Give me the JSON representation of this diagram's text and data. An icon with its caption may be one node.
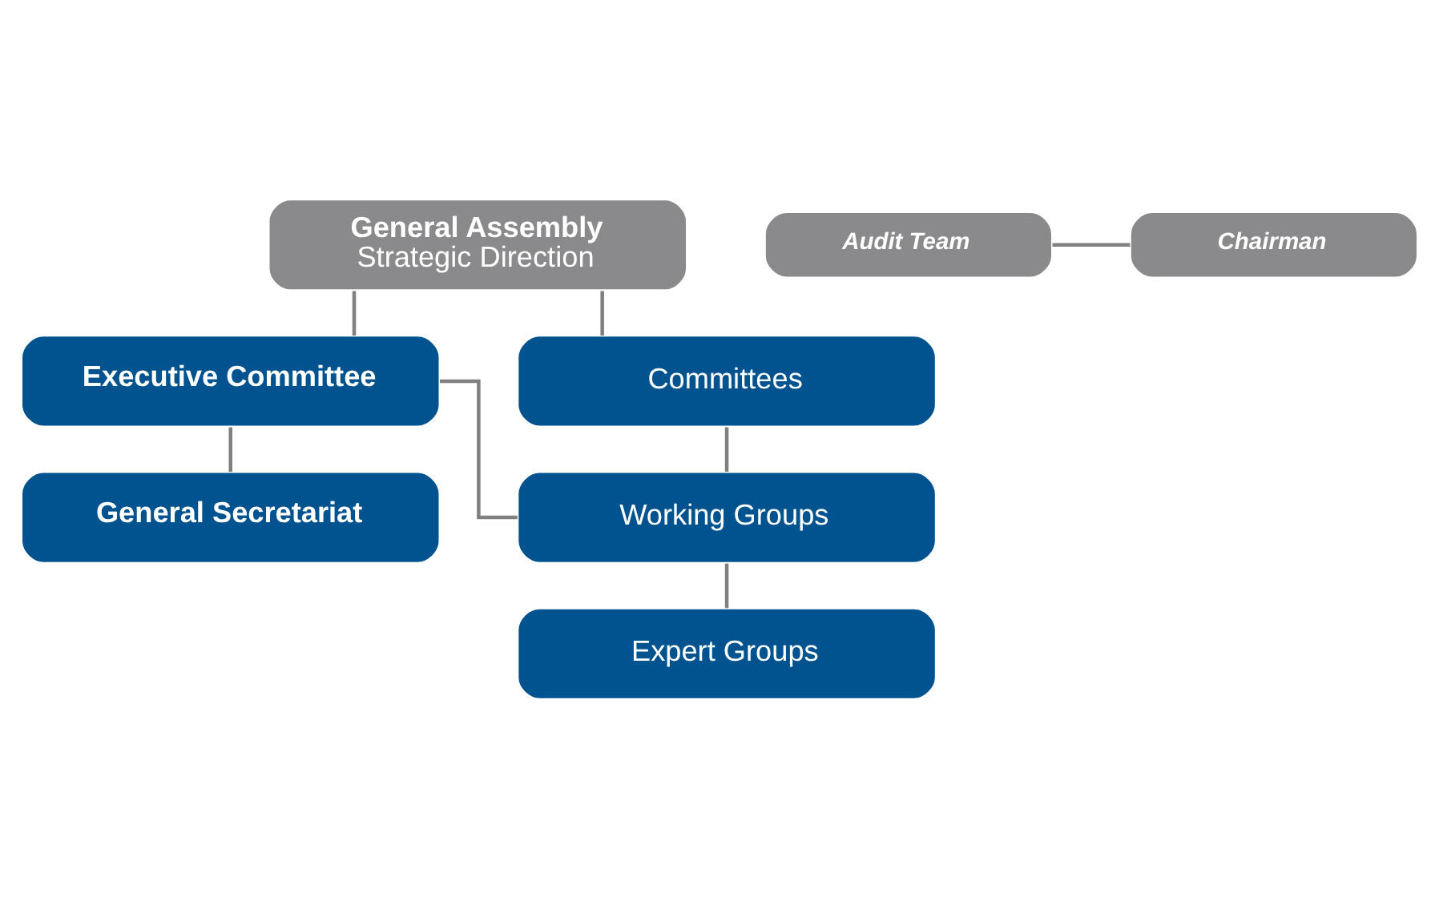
{
  "diagram": {
    "nodes": [
      {
        "text": [
          "General Assembly",
          "Strategic Direction"
        ]
      },
      {
        "text": [
          "Audit Team"
        ]
      },
      {
        "text": [
          "Chairman"
        ]
      },
      {
        "text": [
          "Executive Committee"
        ]
      },
      {
        "text": [
          "General Secretariat"
        ]
      },
      {
        "text": [
          "Committees"
        ]
      },
      {
        "text": [
          "Working Groups"
        ]
      },
      {
        "text": [
          "Expert Groups"
        ]
      }
    ],
    "edges": [
      {
        "from": 0,
        "to": 3,
        "arrow": "none"
      },
      {
        "from": 1,
        "to": 2,
        "arrow": "none"
      },
      {
        "from": 3,
        "to": 4,
        "arrow": "none"
      },
      {
        "from": 0,
        "to": 5,
        "arrow": "none"
      },
      {
        "from": 5,
        "to": 6,
        "arrow": "none"
      },
      {
        "from": 6,
        "to": 7,
        "arrow": "none"
      },
      {
        "from": 3,
        "to": 6,
        "arrow": "none"
      }
    ]
  }
}
